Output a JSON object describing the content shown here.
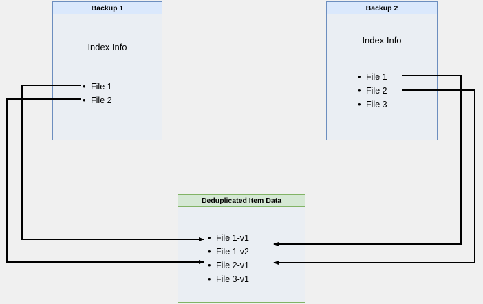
{
  "diagram": {
    "background_color": "#f0f0f0",
    "boxes": [
      {
        "id": "backup1",
        "title": "Backup 1",
        "section_label": "Index Info",
        "fill": "#dae8fc",
        "stroke": "#6c8ebf",
        "items": [
          "File 1",
          "File 2"
        ]
      },
      {
        "id": "backup2",
        "title": "Backup 2",
        "section_label": "Index Info",
        "fill": "#dae8fc",
        "stroke": "#6c8ebf",
        "items": [
          "File 1",
          "File 2",
          "File 3"
        ]
      },
      {
        "id": "dedup",
        "title": "Deduplicated Item Data",
        "section_label": "",
        "fill": "#d5e8d4",
        "stroke": "#82b366",
        "items": [
          "File 1-v1",
          "File 1-v2",
          "File 2-v1",
          "File 3-v1"
        ]
      }
    ],
    "connector_color": "#000000"
  }
}
